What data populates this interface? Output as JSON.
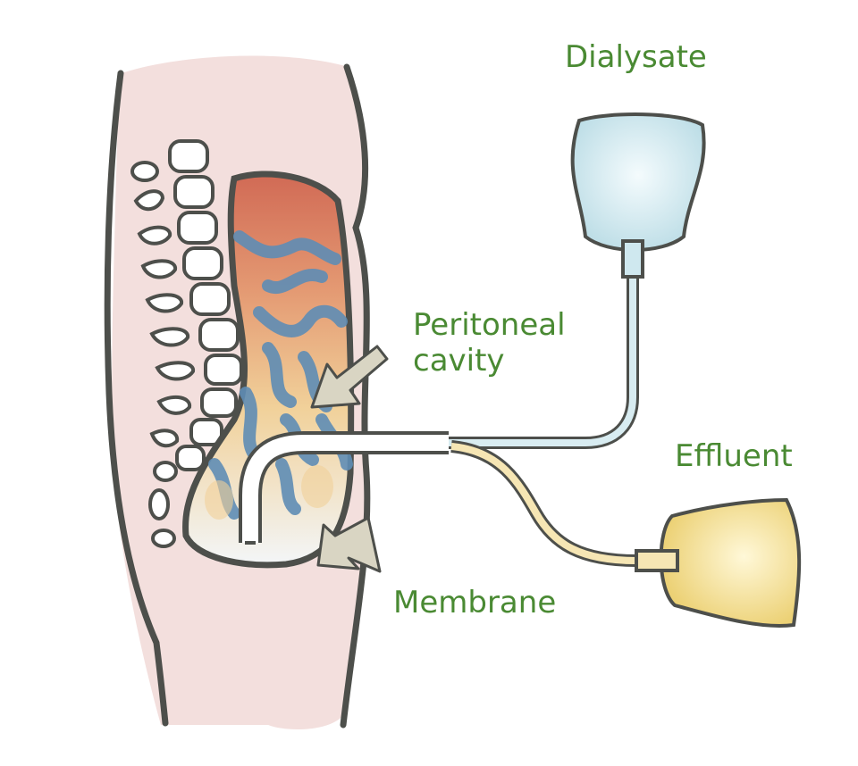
{
  "labels": {
    "dialysate": "Dialysate",
    "peritoneal_line1": "Peritoneal",
    "peritoneal_line2": "cavity",
    "effluent": "Effluent",
    "membrane": "Membrane"
  },
  "colors": {
    "label_text": "#4a8a33",
    "body_fill": "#f3dfdd",
    "outline": "#4d4f4b",
    "dialysate_bag": "#cfe8ef",
    "effluent_bag": "#f4e08e",
    "arrow_fill": "#d9d5c3"
  }
}
